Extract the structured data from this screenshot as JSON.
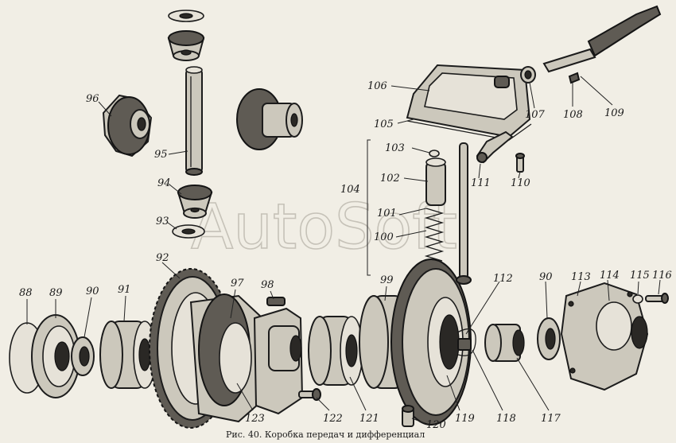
{
  "caption": "Рис. 40. Коробка передач и дифференциал",
  "watermark": "AutoSoft",
  "callouts": [
    {
      "id": "c88",
      "label": "88"
    },
    {
      "id": "c89",
      "label": "89"
    },
    {
      "id": "c90a",
      "label": "90"
    },
    {
      "id": "c91",
      "label": "91"
    },
    {
      "id": "c92",
      "label": "92"
    },
    {
      "id": "c93",
      "label": "93"
    },
    {
      "id": "c94",
      "label": "94"
    },
    {
      "id": "c95",
      "label": "95"
    },
    {
      "id": "c96",
      "label": "96"
    },
    {
      "id": "c97",
      "label": "97"
    },
    {
      "id": "c98",
      "label": "98"
    },
    {
      "id": "c99",
      "label": "99"
    },
    {
      "id": "c100",
      "label": "100"
    },
    {
      "id": "c101",
      "label": "101"
    },
    {
      "id": "c102",
      "label": "102"
    },
    {
      "id": "c103",
      "label": "103"
    },
    {
      "id": "c104",
      "label": "104"
    },
    {
      "id": "c105",
      "label": "105"
    },
    {
      "id": "c106",
      "label": "106"
    },
    {
      "id": "c107",
      "label": "107"
    },
    {
      "id": "c108",
      "label": "108"
    },
    {
      "id": "c109",
      "label": "109"
    },
    {
      "id": "c110",
      "label": "110"
    },
    {
      "id": "c111",
      "label": "111"
    },
    {
      "id": "c112",
      "label": "112"
    },
    {
      "id": "c90b",
      "label": "90"
    },
    {
      "id": "c113",
      "label": "113"
    },
    {
      "id": "c114",
      "label": "114"
    },
    {
      "id": "c115",
      "label": "115"
    },
    {
      "id": "c116",
      "label": "116"
    },
    {
      "id": "c117",
      "label": "117"
    },
    {
      "id": "c118",
      "label": "118"
    },
    {
      "id": "c119",
      "label": "119"
    },
    {
      "id": "c120",
      "label": "120"
    },
    {
      "id": "c121",
      "label": "121"
    },
    {
      "id": "c122",
      "label": "122"
    },
    {
      "id": "c123",
      "label": "123"
    }
  ]
}
